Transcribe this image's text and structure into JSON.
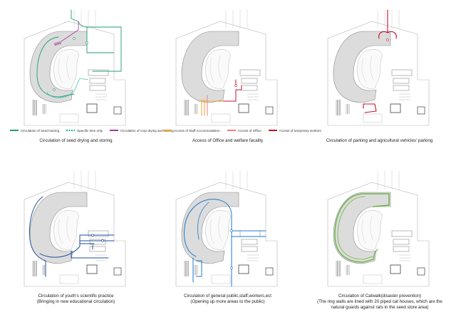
{
  "colors": {
    "seed": "#1f9e7a",
    "specific": "#18b2a0",
    "crop": "#a23c9a",
    "staff": "#f0a020",
    "office": "#f27c7c",
    "temp": "#c8102e",
    "parking": "#c8102e",
    "youth": "#1f4f9e",
    "public": "#1f78c8",
    "catwalk": "#6ab544",
    "building": "#8c8c8c",
    "ring": "#dcdcdc"
  },
  "legend": {
    "seed": "Circulation of Seed-storing",
    "specific": "Specific time only",
    "crop": "Circulation of crop drying and storing",
    "staff": "Access of  Staff Accommodation",
    "office": "Access of Office",
    "temp": "Access of temporary workers"
  },
  "labels": {
    "ww": "WW"
  },
  "captions": {
    "p1": {
      "line1": "Circulation of seed drying and storing"
    },
    "p2": {
      "line1": "Access of Office and welfare facality"
    },
    "p3": {
      "line1": "Circulation of parking and agricultural vehicles' parking"
    },
    "p4": {
      "line1": "Circulation of youth's scientific practice",
      "line2": "(Bringing in new educational circulation)"
    },
    "p5": {
      "line1": "Circulation of general public,staff,workers,ect",
      "line2": "(Opening up more areas to the public)"
    },
    "p6": {
      "line1": "Circulation of Catwalk(disaster prevention)",
      "line2": "(The ring walls are lined with 20 piped cat houses, which are the",
      "line3": "natural guards against rats in the seed store area)"
    }
  }
}
